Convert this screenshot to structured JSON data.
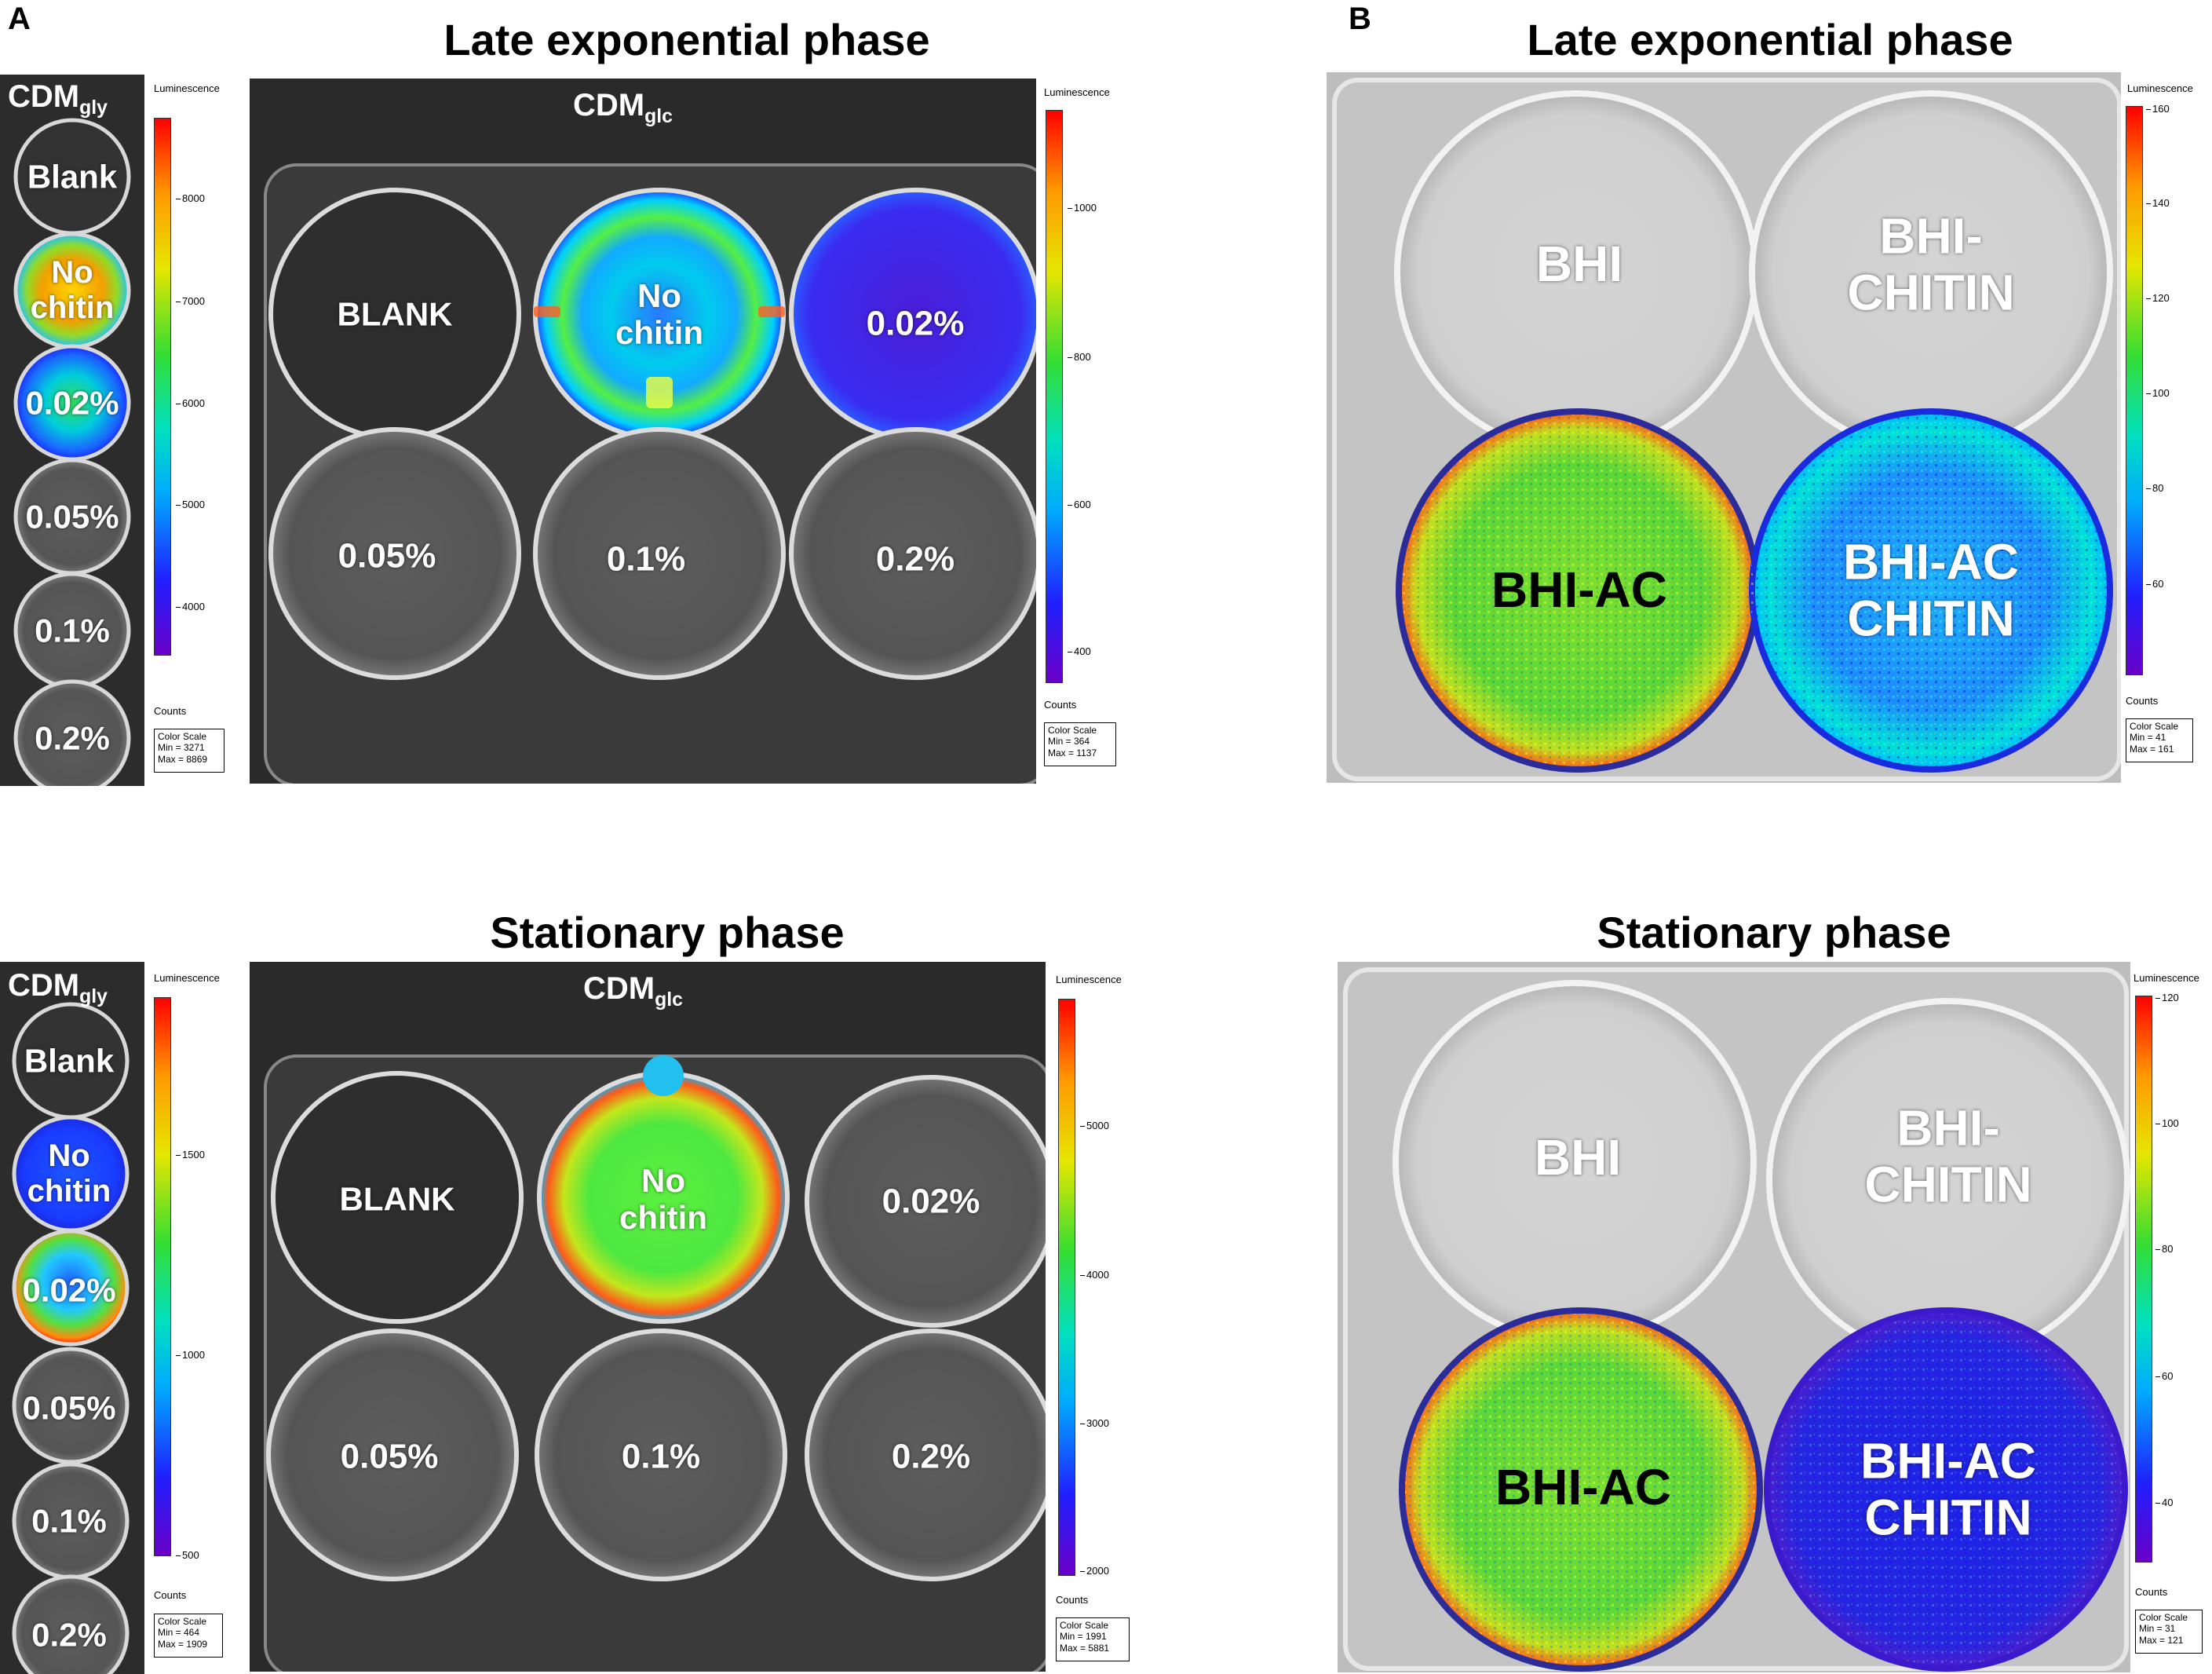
{
  "panels": {
    "a": {
      "letter": "A"
    },
    "b": {
      "letter": "B"
    }
  },
  "headings": {
    "late": "Late exponential phase",
    "stationary": "Stationary phase"
  },
  "media": {
    "cdm_main": "CDM",
    "gly_sub": "gly",
    "glc_sub": "glc"
  },
  "colorbar_common": {
    "title": "Luminescence",
    "counts": "Counts",
    "scale_label": "Color Scale"
  },
  "strip_wells": {
    "blank": "Blank",
    "no": "No",
    "chitin": "chitin",
    "p002": "0.02%",
    "p005": "0.05%",
    "p01": "0.1%",
    "p02": "0.2%"
  },
  "plate6_wells": {
    "blank": "BLANK",
    "no": "No",
    "chitin": "chitin",
    "p002": "0.02%",
    "p005": "0.05%",
    "p01": "0.1%",
    "p02": "0.2%"
  },
  "plate4_wells": {
    "bhi": "BHI",
    "bhi_dash": "BHI-",
    "chitin": "CHITIN",
    "bhi_ac": "BHI-AC",
    "bhi_ac2": "BHI-AC",
    "chitin2": "CHITIN"
  },
  "colorbars": {
    "a_late_strip": {
      "ticks": [
        "8000",
        "7000",
        "6000",
        "5000",
        "4000"
      ],
      "min": "Min = 3271",
      "max": "Max = 8869"
    },
    "a_late_plate": {
      "ticks": [
        "1000",
        "800",
        "600",
        "400"
      ],
      "min": "Min = 364",
      "max": "Max = 1137"
    },
    "b_late": {
      "ticks": [
        "160",
        "140",
        "120",
        "100",
        "80",
        "60"
      ],
      "min": "Min = 41",
      "max": "Max = 161"
    },
    "a_stat_strip": {
      "ticks": [
        "1500",
        "1000",
        "500"
      ],
      "min": "Min = 464",
      "max": "Max = 1909"
    },
    "a_stat_plate": {
      "ticks": [
        "5000",
        "4000",
        "3000",
        "2000"
      ],
      "min": "Min = 1991",
      "max": "Max = 5881"
    },
    "b_stat": {
      "ticks": [
        "120",
        "100",
        "80",
        "60",
        "40"
      ],
      "min": "Min = 31",
      "max": "Max = 121"
    }
  },
  "colors": {
    "dark_photo": "#2c2c2c",
    "light_photo": "#bdbdbd",
    "lum_low": "#6a00c8",
    "lum_high": "#ff0000"
  }
}
